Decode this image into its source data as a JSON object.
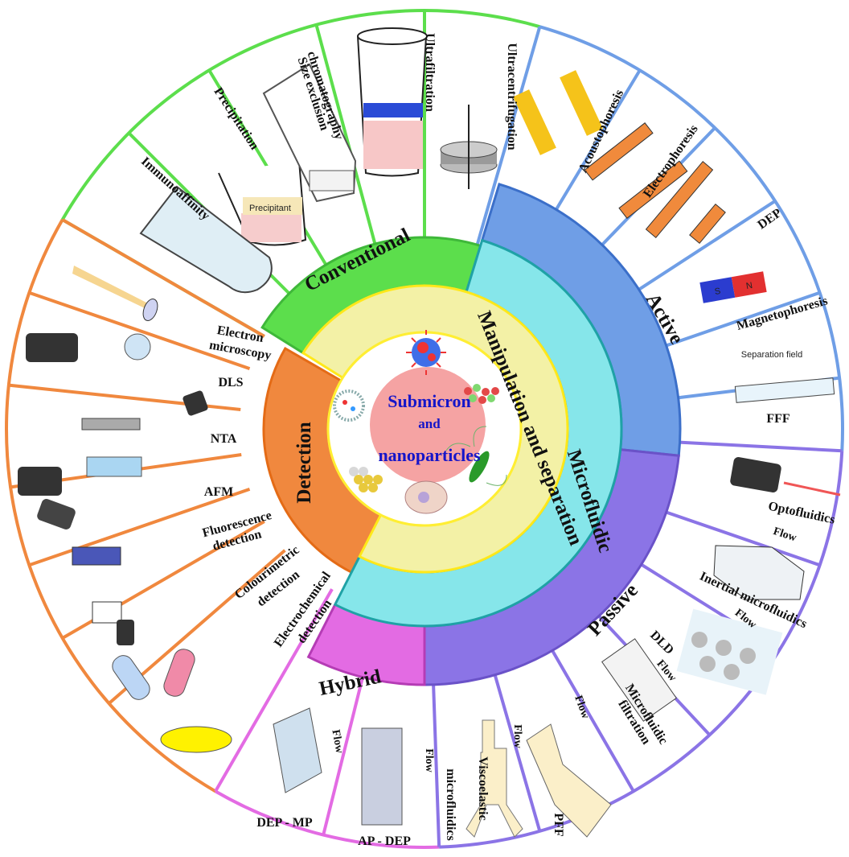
{
  "center": {
    "line1": "Submicron",
    "line2": "and",
    "line3": "nanoparticles"
  },
  "rings": {
    "inner": "Manipulation and separation",
    "microfluidic": "Microfluidic",
    "conventional": "Conventional",
    "detection": "Detection",
    "active": "Active",
    "passive": "Passive",
    "hybrid": "Hybrid"
  },
  "conventional": {
    "immunoaffinity": "Immunoaffinity",
    "precipitation": "Precipitation",
    "precipitant": "Precipitant",
    "sec_line1": "Size exclusion",
    "sec_line2": "chromatography",
    "ultrafiltration": "Ultrafiltration",
    "ultracentrifugation": "Ultracentrifugation"
  },
  "active": {
    "acoustophoresis": "Acoustophoresis",
    "electrophoresis": "Electrophoresis",
    "dep": "DEP",
    "magnetophoresis": "Magnetophoresis",
    "magnet_s": "S",
    "magnet_n": "N",
    "separation_field": "Separation field",
    "fff": "FFF"
  },
  "passive": {
    "optofluidics": "Optofluidics",
    "inertial": "Inertial microfluidics",
    "dld": "DLD",
    "microfiltration_line1": "Microfluidic",
    "microfiltration_line2": "filtration",
    "pff": "PFF",
    "visco_line1": "Viscoelastic",
    "visco_line2": "microfluidics",
    "flow": "Flow"
  },
  "hybrid": {
    "ap_dep": "AP - DEP",
    "dep_mp": "DEP - MP",
    "flow": "Flow"
  },
  "detection": {
    "electron_line1": "Electron",
    "electron_line2": "microscopy",
    "dls": "DLS",
    "nta": "NTA",
    "afm": "AFM",
    "fluor_line1": "Fluorescence",
    "fluor_line2": "detection",
    "color_line1": "Colourimetric",
    "color_line2": "detection",
    "electro_line1": "Electrochemical",
    "electro_line2": "detection"
  },
  "colors": {
    "conventional": "#5cde4c",
    "active": "#6f9ee6",
    "microfluidic": "#86e6ea",
    "passive": "#8b74e6",
    "hybrid": "#e36be3",
    "detection": "#f0883e",
    "inner": "#f3f1a6",
    "center": "#f5a3a3"
  }
}
